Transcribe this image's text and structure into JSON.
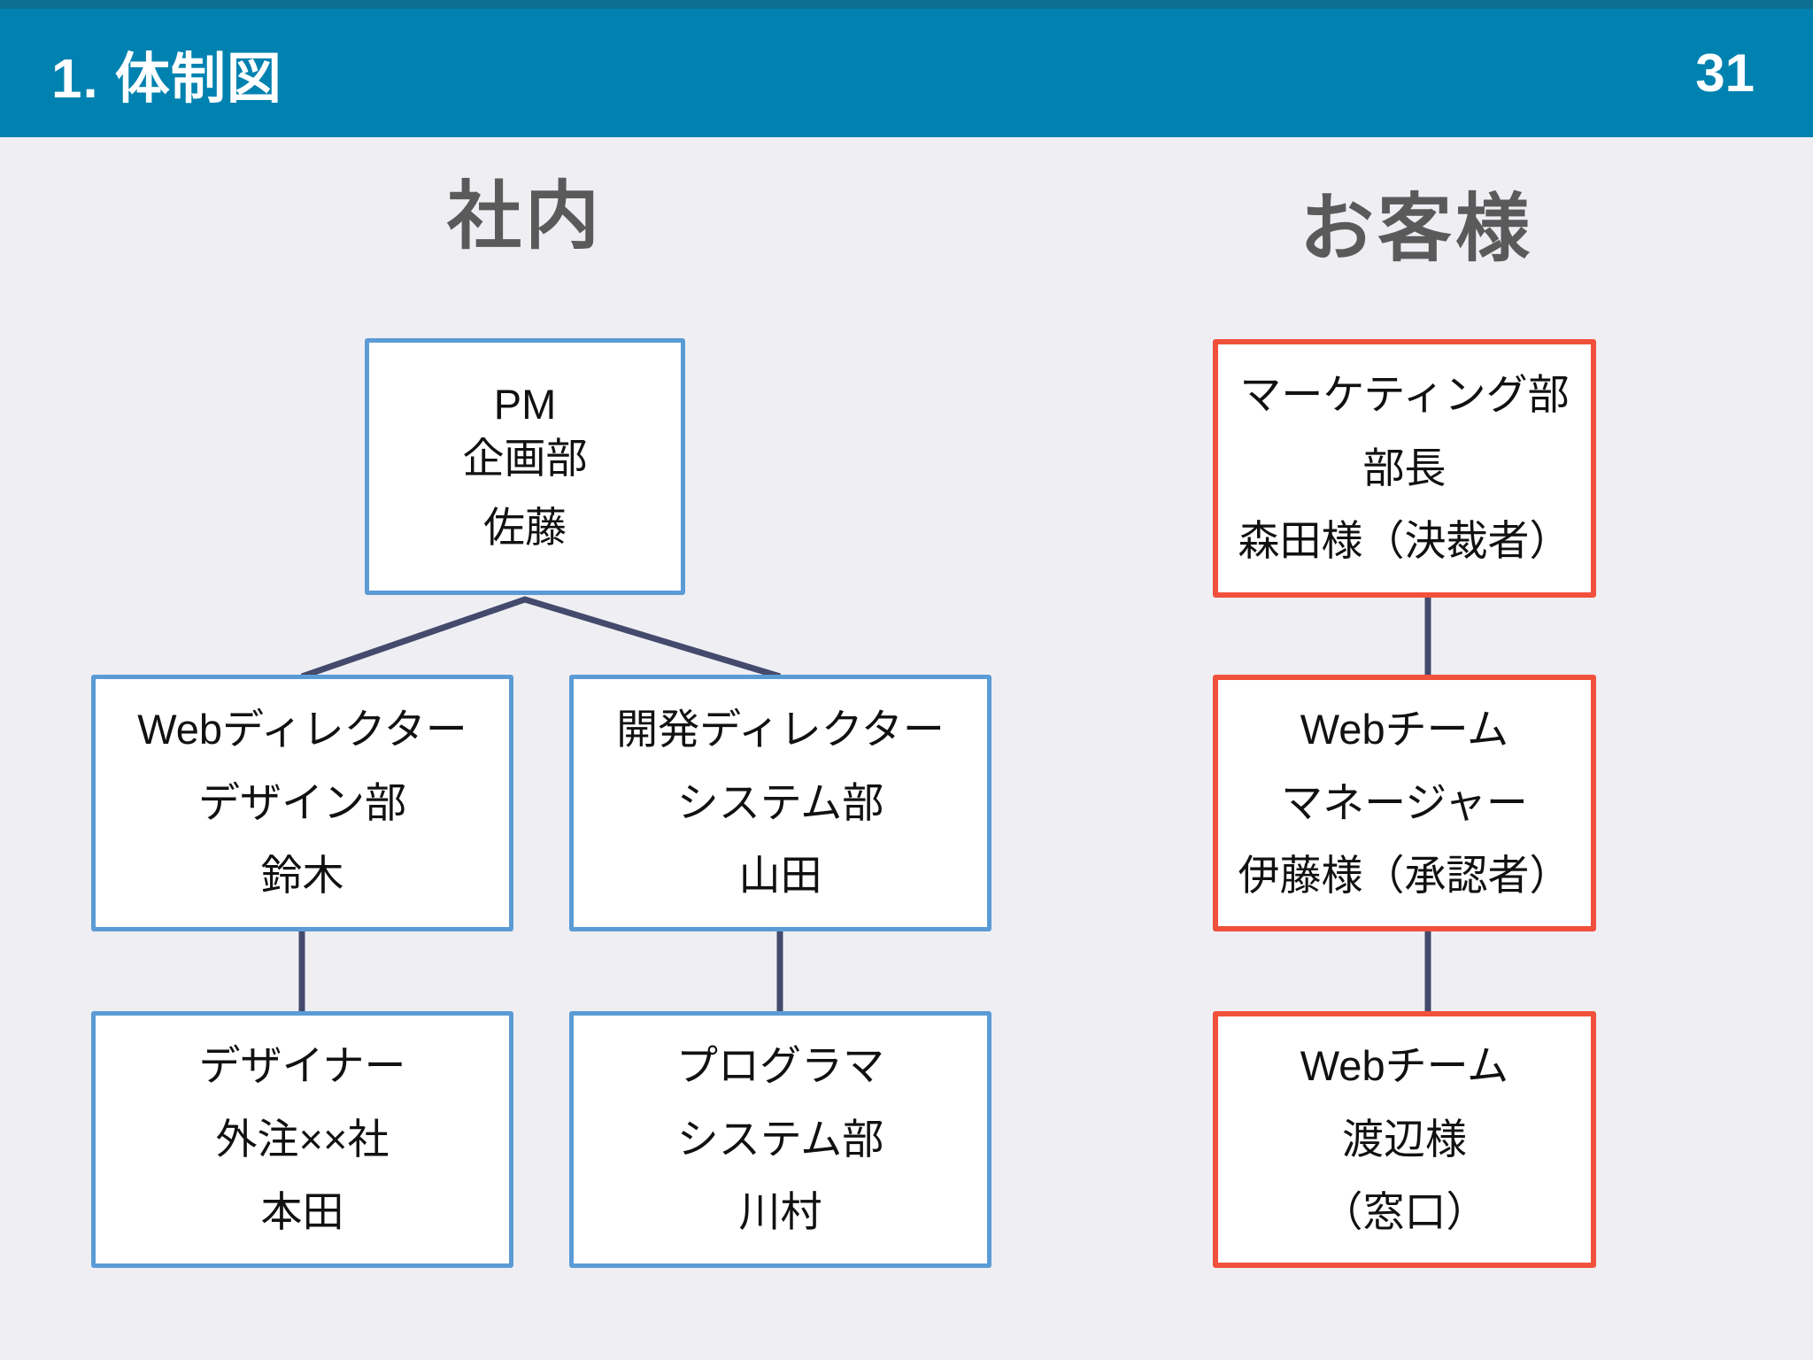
{
  "header": {
    "title": "1. 体制図",
    "page_number": "31"
  },
  "sections": {
    "internal_title": "社内",
    "customer_title": "お客様"
  },
  "boxes": {
    "pm": {
      "lines": [
        "PM",
        "企画部",
        "佐藤"
      ]
    },
    "web_director": {
      "lines": [
        "Webディレクター",
        "デザイン部",
        "鈴木"
      ]
    },
    "dev_director": {
      "lines": [
        "開発ディレクター",
        "システム部",
        "山田"
      ]
    },
    "designer": {
      "lines": [
        "デザイナー",
        "外注××社",
        "本田"
      ]
    },
    "programmer": {
      "lines": [
        "プログラマ",
        "システム部",
        "川村"
      ]
    },
    "customer_head": {
      "lines": [
        "マーケティング部",
        "部長",
        "森田様（決裁者）"
      ]
    },
    "customer_manager": {
      "lines": [
        "Webチーム",
        "マネージャー",
        "伊藤様（承認者）"
      ]
    },
    "customer_contact": {
      "lines": [
        "Webチーム",
        "渡辺様",
        "（窓口）"
      ]
    }
  },
  "connectors": [
    {
      "from": "pm",
      "to": "web_director"
    },
    {
      "from": "pm",
      "to": "dev_director"
    },
    {
      "from": "web_director",
      "to": "designer"
    },
    {
      "from": "dev_director",
      "to": "programmer"
    },
    {
      "from": "customer_head",
      "to": "customer_manager"
    },
    {
      "from": "customer_manager",
      "to": "customer_contact"
    }
  ],
  "colors": {
    "header_bg": "#0082b0",
    "header_top": "#0d7093",
    "header_text": "#ffffff",
    "page_bg": "#efeef3",
    "blue_border": "#5b9bd5",
    "red_border": "#f1513c",
    "connector": "#434a6c",
    "title_gray": "#5a5a5a",
    "box_text": "#111111",
    "box_fill": "#ffffff"
  }
}
